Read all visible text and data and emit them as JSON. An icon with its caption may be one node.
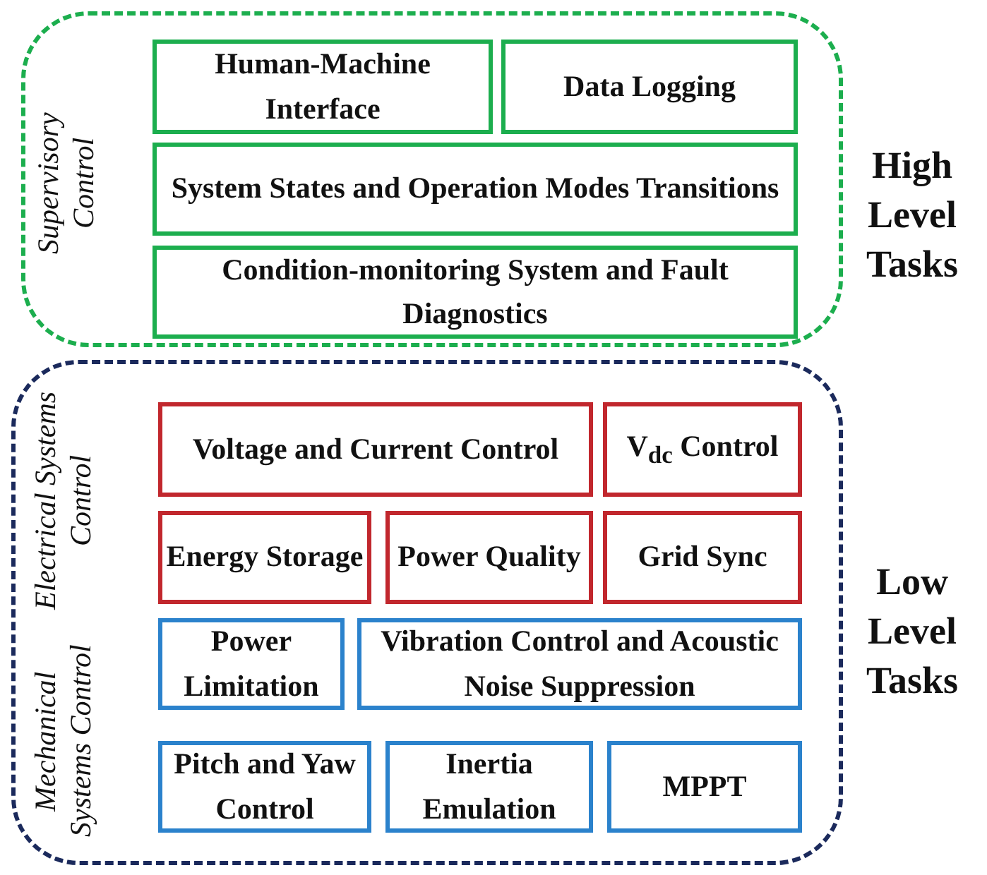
{
  "diagram": {
    "nodes": [
      {
        "text": [
          "Supervisory Control"
        ],
        "beside": [
          "High Level Tasks"
        ]
      },
      {
        "text": [
          "Human-Machine Interface"
        ],
        "in": 0
      },
      {
        "text": [
          "Data Logging"
        ],
        "in": 0
      },
      {
        "text": [
          "System States and Operation Modes Transitions"
        ],
        "in": 0
      },
      {
        "text": [
          "Condition-monitoring System and Fault Diagnostics"
        ],
        "in": 0
      },
      {
        "text": [
          "Electrical Systems Control",
          "Mechanical Systems Control"
        ],
        "beside": [
          "Low Level Tasks"
        ]
      },
      {
        "text": [
          "Voltage and Current Control"
        ],
        "in": 5
      },
      {
        "text": [
          "V$_{dc}$ Control"
        ],
        "in": 5
      },
      {
        "text": [
          "Energy Storage"
        ],
        "in": 5
      },
      {
        "text": [
          "Power Quality"
        ],
        "in": 5
      },
      {
        "text": [
          "Grid Sync"
        ],
        "in": 5
      },
      {
        "text": [
          "Power Limitation"
        ],
        "in": 5
      },
      {
        "text": [
          "Vibration Control and Acoustic Noise Suppression"
        ],
        "in": 5
      },
      {
        "text": [
          "Pitch and Yaw Control"
        ],
        "in": 5
      },
      {
        "text": [
          "Inertia Emulation"
        ],
        "in": 5
      },
      {
        "text": [
          "MPPT"
        ],
        "in": 5
      }
    ],
    "edges": []
  }
}
